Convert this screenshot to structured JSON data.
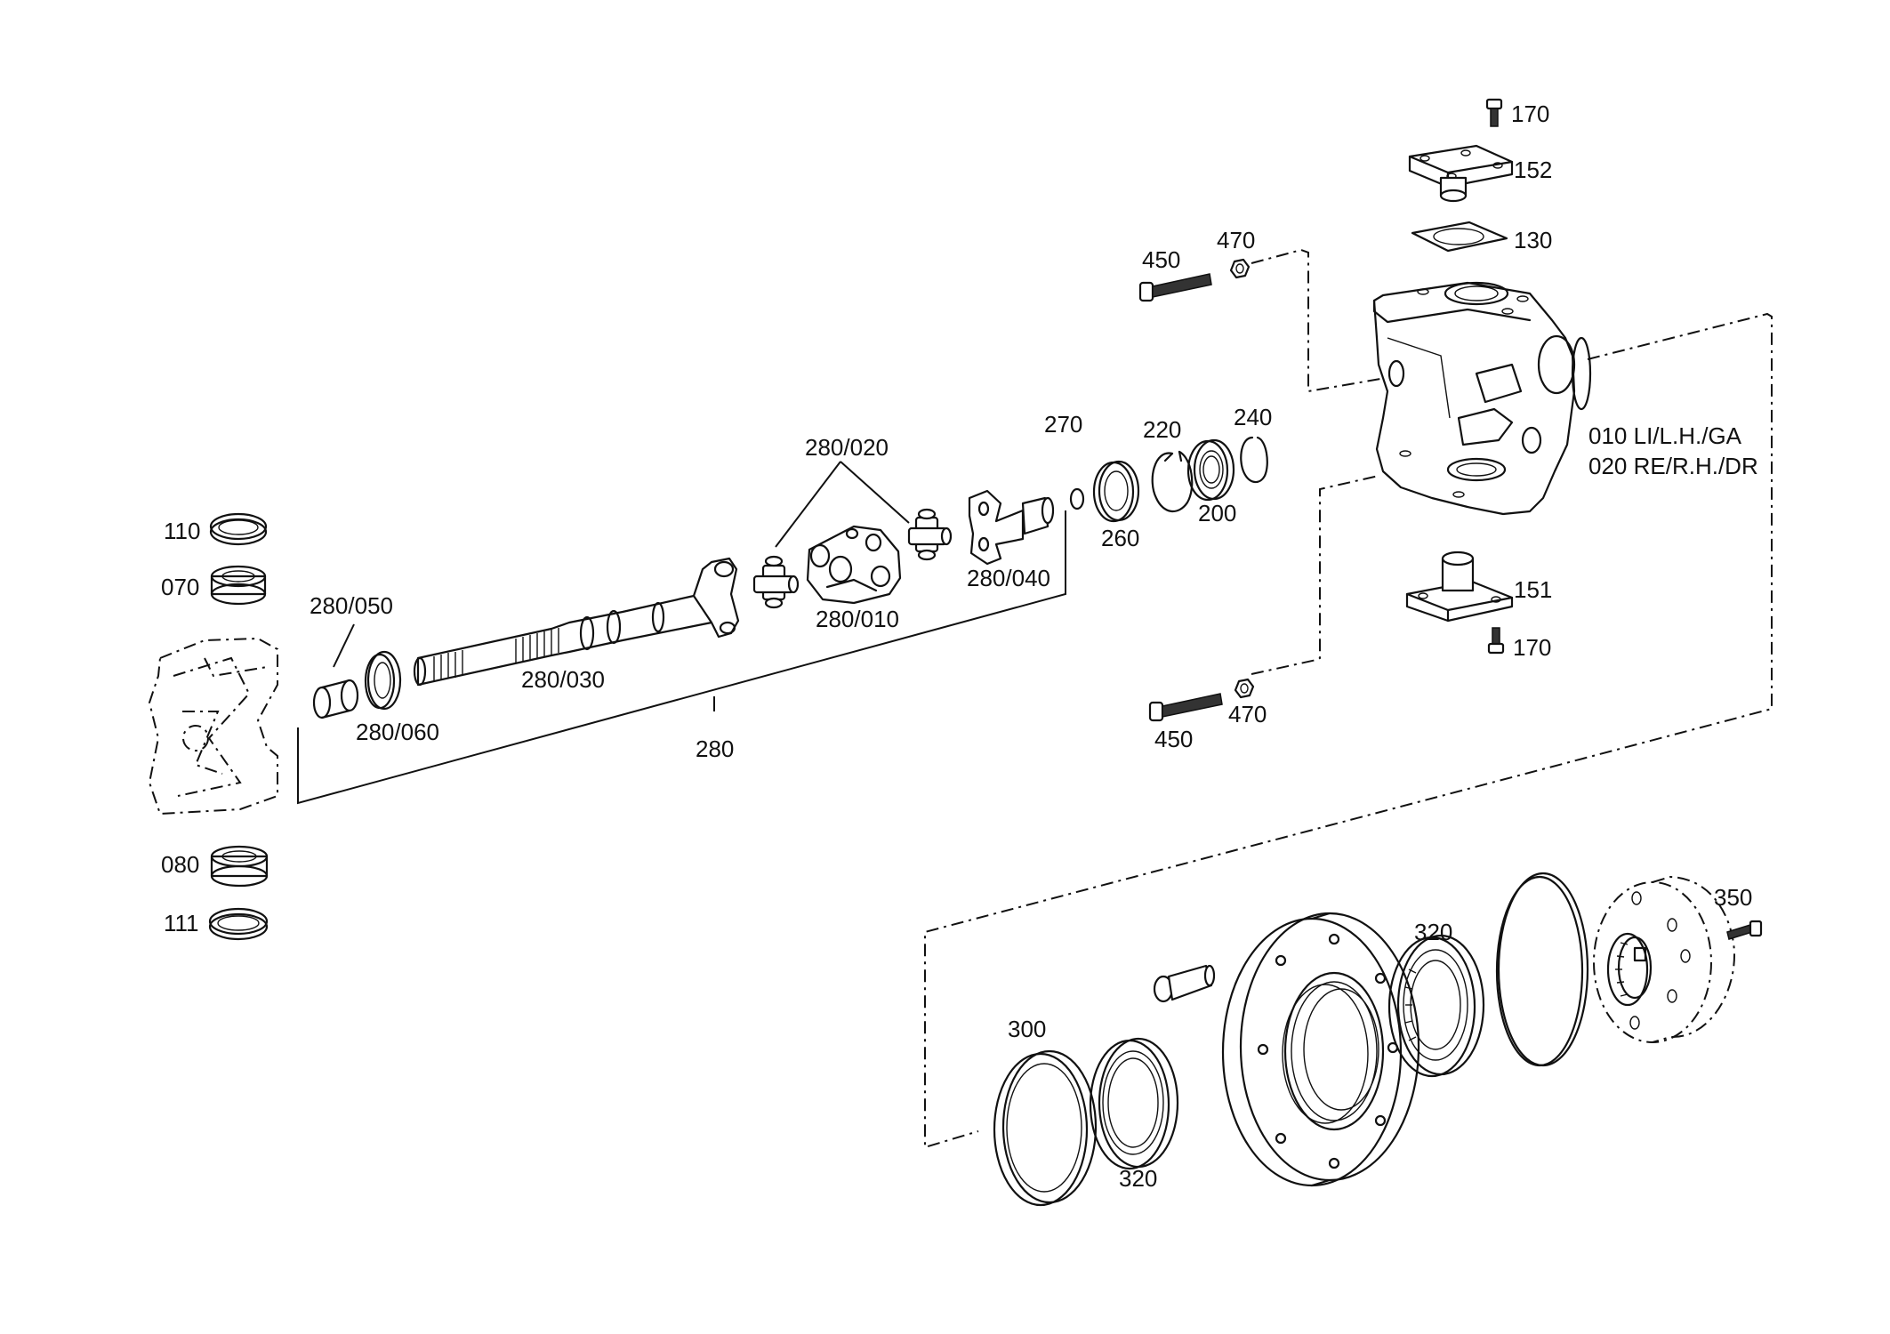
{
  "labels": {
    "p170_top": "170",
    "p152": "152",
    "p130": "130",
    "p450_top": "450",
    "p470_top": "470",
    "p280_020": "280/020",
    "p270": "270",
    "p220": "220",
    "p240": "240",
    "p010": "010 LI/L.H./GA",
    "p020": "020 RE/R.H./DR",
    "p110": "110",
    "p070": "070",
    "p280_050": "280/050",
    "p260": "260",
    "p200": "200",
    "p280_040": "280/040",
    "p280_010": "280/010",
    "p151": "151",
    "p280_030": "280/030",
    "p170_bottom": "170",
    "p280_060": "280/060",
    "p280": "280",
    "p470_bottom": "470",
    "p450_bottom": "450",
    "p080": "080",
    "p111": "111",
    "p350": "350",
    "p320_top": "320",
    "p300": "300",
    "p320_bottom": "320"
  },
  "icons": {
    "bolt": "bolt-icon",
    "nut": "nut-icon",
    "bearing": "bearing-icon",
    "seal_ring": "seal-ring-icon",
    "snap_ring": "snap-ring-icon",
    "universal_joint": "universal-joint-icon",
    "axle_shaft": "axle-shaft-icon",
    "steering_knuckle": "steering-knuckle-icon",
    "wheel_hub": "wheel-hub-icon",
    "o_ring": "o-ring-icon",
    "planetary_carrier": "planetary-carrier-icon"
  },
  "colors": {
    "line": "#111111",
    "background": "#ffffff"
  }
}
